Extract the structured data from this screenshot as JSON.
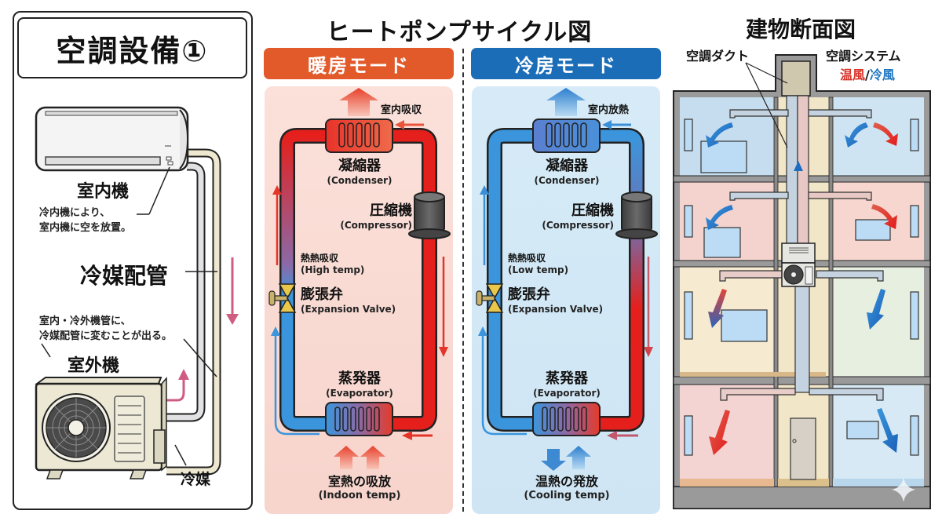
{
  "left_panel": {
    "title": "空調設備①",
    "indoor_unit": {
      "label": "室内機",
      "note_line1": "冷内機により、",
      "note_line2": "室内機に空を放置。"
    },
    "refrigerant_piping": {
      "label": "冷媒配管",
      "note_line1": "室内・冷外機管に、",
      "note_line2": "冷媒配管に変むことが出る。"
    },
    "outdoor_unit": {
      "label": "室外機"
    },
    "refrigerant": {
      "label": "冷媒"
    }
  },
  "center": {
    "title": "ヒートポンプサイクル図",
    "heating": {
      "header": "暖房モード",
      "header_color": "#e2592a",
      "top_note": "室内吸収",
      "condenser_jp": "凝縮器",
      "condenser_en": "(Condenser)",
      "compressor_jp": "圧縮機",
      "compressor_en": "(Compressor)",
      "heat_note_jp": "熱熱吸収",
      "heat_note_en": "(High temp)",
      "valve_jp": "膨張弁",
      "valve_en": "(Expansion Valve)",
      "evaporator_jp": "蒸発器",
      "evaporator_en": "(Evaporator)",
      "bottom_jp": "室熱の吸放",
      "bottom_en": "(Indoon temp)"
    },
    "cooling": {
      "header": "冷房モード",
      "header_color": "#1b6db8",
      "top_note": "室内放熱",
      "condenser_jp": "凝縮器",
      "condenser_en": "(Condenser)",
      "compressor_jp": "圧縮機",
      "compressor_en": "(Compressor)",
      "heat_note_jp": "熱熱吸収",
      "heat_note_en": "(Low temp)",
      "valve_jp": "膨張弁",
      "valve_en": "(Expansion Valve)",
      "evaporator_jp": "蒸発器",
      "evaporator_en": "(Evaporator)",
      "bottom_jp": "温熱の発放",
      "bottom_en": "(Cooling temp)"
    }
  },
  "right": {
    "title": "建物断面図",
    "duct_label": "空調ダクト",
    "system_label": "空調システム",
    "warm_label": "温風",
    "separator": "/",
    "cool_label": "冷風",
    "warm_color": "#d9342b",
    "cool_color": "#1f77c0"
  }
}
